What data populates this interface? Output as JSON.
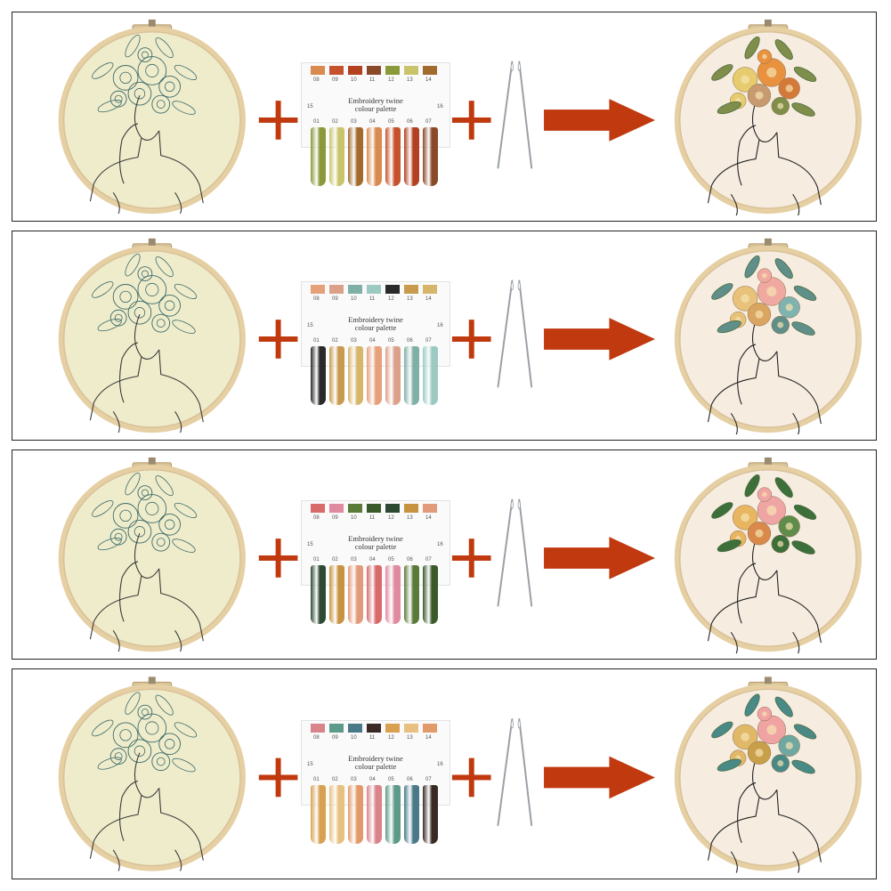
{
  "palette_label": "Embroidery twine\ncolour palette",
  "top_numbers": [
    "08",
    "09",
    "10",
    "11",
    "12",
    "13",
    "14"
  ],
  "side_numbers": [
    "15",
    "16"
  ],
  "bottom_numbers": [
    "01",
    "02",
    "03",
    "04",
    "05",
    "06",
    "07"
  ],
  "accent_color": "#c0390f",
  "kits": [
    {
      "threads": [
        "#8a9a3a",
        "#c9c46a",
        "#a36a2e",
        "#d98a4e",
        "#c5522d",
        "#b3401f",
        "#8a4a2a"
      ],
      "flowers": [
        "#e6cc6e",
        "#e8913f",
        "#d37a3a",
        "#c79a70",
        "#7f8e4a"
      ]
    },
    {
      "threads": [
        "#2a2a2a",
        "#c79a4e",
        "#d7b56a",
        "#e6a07a",
        "#dba08a",
        "#7fb0a6",
        "#9ccac2"
      ],
      "flowers": [
        "#e8c27a",
        "#f0a9a0",
        "#7fb3b0",
        "#d9a560",
        "#5f8f88"
      ]
    },
    {
      "threads": [
        "#2e4a32",
        "#c79340",
        "#e39a7a",
        "#d86a6a",
        "#e08aa0",
        "#5a7a3a",
        "#3a5a2a"
      ],
      "flowers": [
        "#e8b560",
        "#f0a5a5",
        "#5f8c4a",
        "#d9894a",
        "#3d6f3a"
      ]
    },
    {
      "threads": [
        "#d9a050",
        "#e8c080",
        "#e39a6a",
        "#d9848a",
        "#5e9a8a",
        "#4a7a8a",
        "#3a2a26"
      ],
      "flowers": [
        "#e0b868",
        "#f0a3a3",
        "#6fa8a0",
        "#c9a04a",
        "#4a8a86"
      ]
    }
  ]
}
